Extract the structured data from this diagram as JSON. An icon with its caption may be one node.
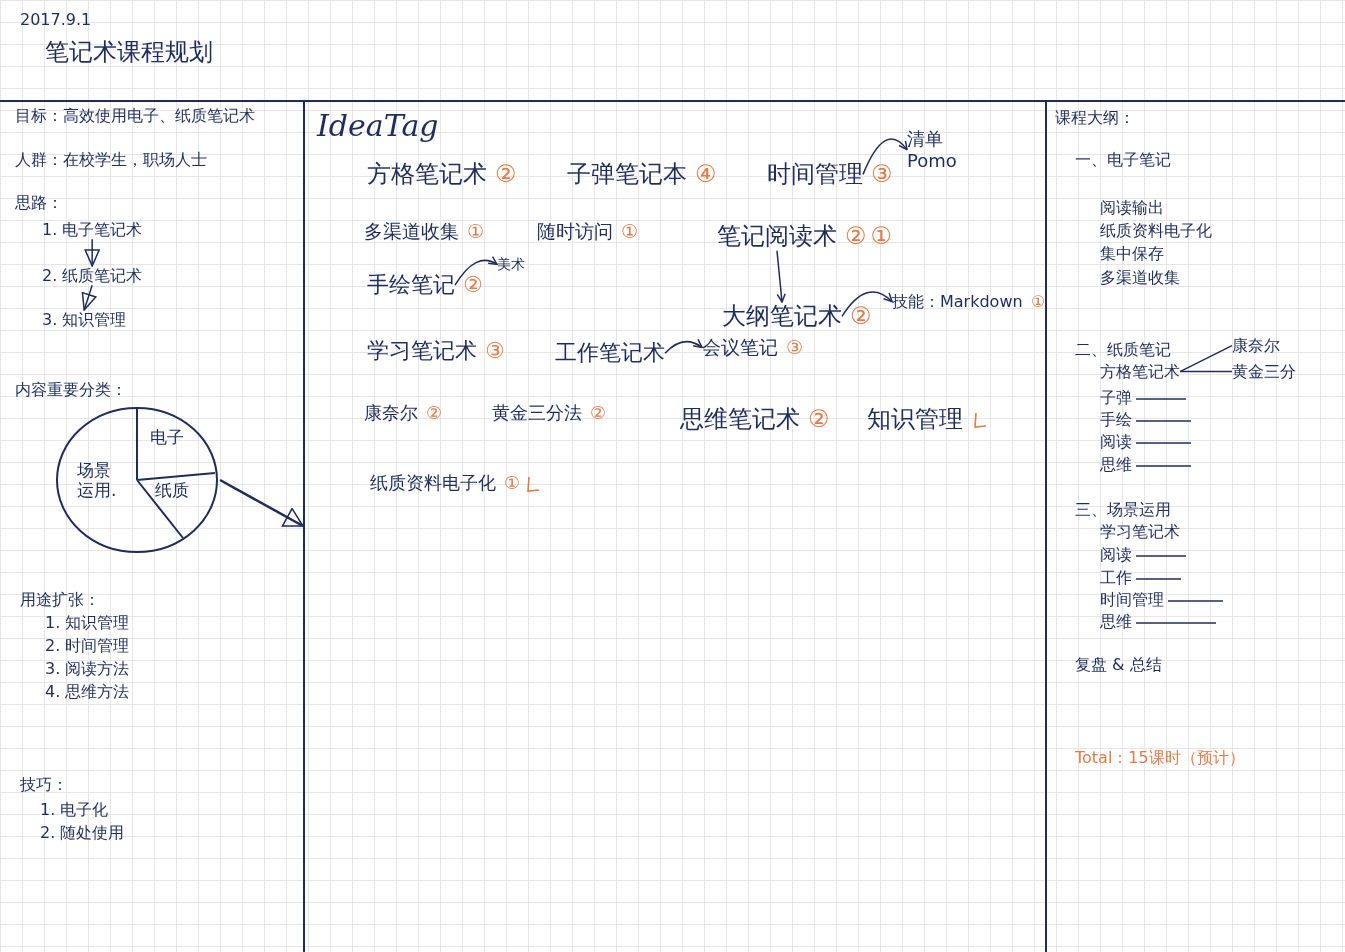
{
  "diagram": {
    "title": "笔记术课程规划",
    "nodes": [
      {
        "text": [
          "1. 电子笔记术"
        ]
      },
      {
        "text": [
          "2. 纸质笔记术"
        ]
      },
      {
        "text": [
          "3. 知识管理"
        ]
      },
      {
        "text": [
          "电子",
          "场景运用.",
          "纸质"
        ]
      },
      {
        "text": [
          "IdeaTag"
        ]
      },
      {
        "text": [
          "方格笔记术"
        ],
        "in": 4,
        "beside": [
          "②"
        ]
      },
      {
        "text": [
          "子弹笔记本"
        ],
        "in": 4,
        "beside": [
          "④"
        ]
      },
      {
        "text": [
          "时间管理"
        ],
        "in": 4,
        "beside": [
          "③"
        ]
      },
      {
        "text": [
          "清单",
          "Pomo"
        ],
        "in": 4
      },
      {
        "text": [
          "多渠道收集"
        ],
        "in": 4,
        "beside": [
          "①"
        ]
      },
      {
        "text": [
          "随时访问"
        ],
        "in": 4,
        "beside": [
          "①"
        ]
      },
      {
        "text": [
          "笔记阅读术"
        ],
        "in": 4,
        "beside": [
          "②",
          "①"
        ]
      },
      {
        "text": [
          "手绘笔记"
        ],
        "in": 4,
        "beside": [
          "②"
        ]
      },
      {
        "text": [
          "美术"
        ],
        "in": 4
      },
      {
        "text": [
          "大纲笔记术"
        ],
        "in": 4,
        "beside": [
          "②"
        ]
      },
      {
        "text": [
          "技能：Markdown"
        ],
        "in": 4,
        "beside": [
          "①"
        ]
      },
      {
        "text": [
          "学习笔记术"
        ],
        "in": 4,
        "beside": [
          "③"
        ]
      },
      {
        "text": [
          "工作笔记术"
        ],
        "in": 4
      },
      {
        "text": [
          "会议笔记"
        ],
        "in": 4,
        "beside": [
          "③"
        ]
      },
      {
        "text": [
          "康奈尔"
        ],
        "in": 4,
        "beside": [
          "②"
        ]
      },
      {
        "text": [
          "黄金三分法"
        ],
        "in": 4,
        "beside": [
          "②"
        ]
      },
      {
        "text": [
          "思维笔记术"
        ],
        "in": 4,
        "beside": [
          "②"
        ]
      },
      {
        "text": [
          "知识管理"
        ],
        "in": 4
      },
      {
        "text": [
          "纸质资料电子化"
        ],
        "in": 4,
        "beside": [
          "①"
        ]
      },
      {
        "text": [
          "方格笔记术"
        ]
      },
      {
        "text": [
          "康奈尔"
        ]
      },
      {
        "text": [
          "黄金三分"
        ]
      }
    ],
    "edges": [
      {
        "from": 0,
        "to": 1,
        "arrow": "to"
      },
      {
        "from": 1,
        "to": 2,
        "arrow": "to"
      },
      {
        "from": 3,
        "to": 4,
        "arrow": "to"
      },
      {
        "from": 7,
        "to": 8,
        "arrow": "to"
      },
      {
        "from": 12,
        "to": 13,
        "arrow": "to"
      },
      {
        "from": 11,
        "to": 14,
        "arrow": "to"
      },
      {
        "from": 14,
        "to": 15,
        "arrow": "to"
      },
      {
        "from": 17,
        "to": 18,
        "arrow": "to"
      },
      {
        "from": 24,
        "to": 25,
        "arrow": "none"
      },
      {
        "from": 24,
        "to": 26,
        "arrow": "none"
      }
    ],
    "labels": [
      "2017.9.1",
      "目标：高效使用电子、纸质笔记术",
      "人群：在校学生，职场人士",
      "思路：",
      "内容重要分类：",
      "用途扩张：",
      "1. 知识管理",
      "2. 时间管理",
      "3. 阅读方法",
      "4. 思维方法",
      "技巧：",
      "1. 电子化",
      "2. 随处使用",
      "课程大纲：",
      "一、电子笔记",
      "阅读输出",
      "纸质资料电子化",
      "集中保存",
      "多渠道收集",
      "二、纸质笔记",
      "子弹",
      "手绘",
      "阅读",
      "思维",
      "三、场景运用",
      "学习笔记术",
      "阅读",
      "工作",
      "时间管理",
      "思维",
      "复盘 & 总结",
      "Total：15课时（预计）"
    ]
  }
}
